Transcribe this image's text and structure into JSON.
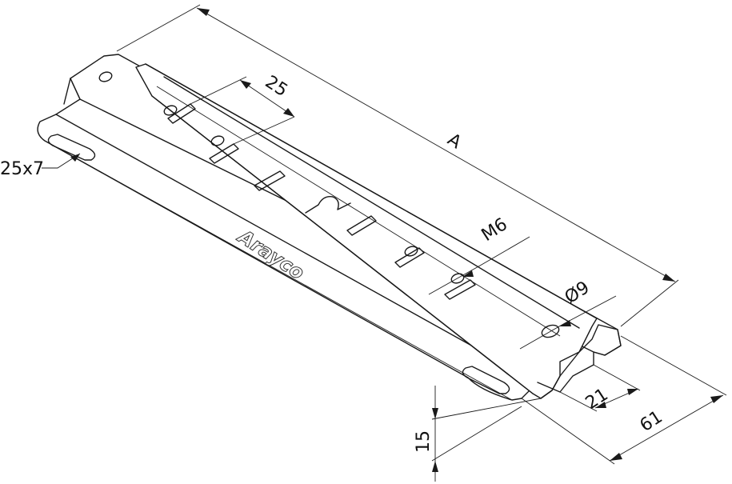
{
  "dimensions": {
    "length": "A",
    "pitch": "25",
    "slot": "25x7",
    "thread": "M6",
    "hole": "Ø9",
    "channel_width": "21",
    "overall_width": "61",
    "height": "15"
  },
  "logo_text": "Arayco",
  "colors": {
    "line": "#1a1a1a",
    "background": "#ffffff"
  }
}
